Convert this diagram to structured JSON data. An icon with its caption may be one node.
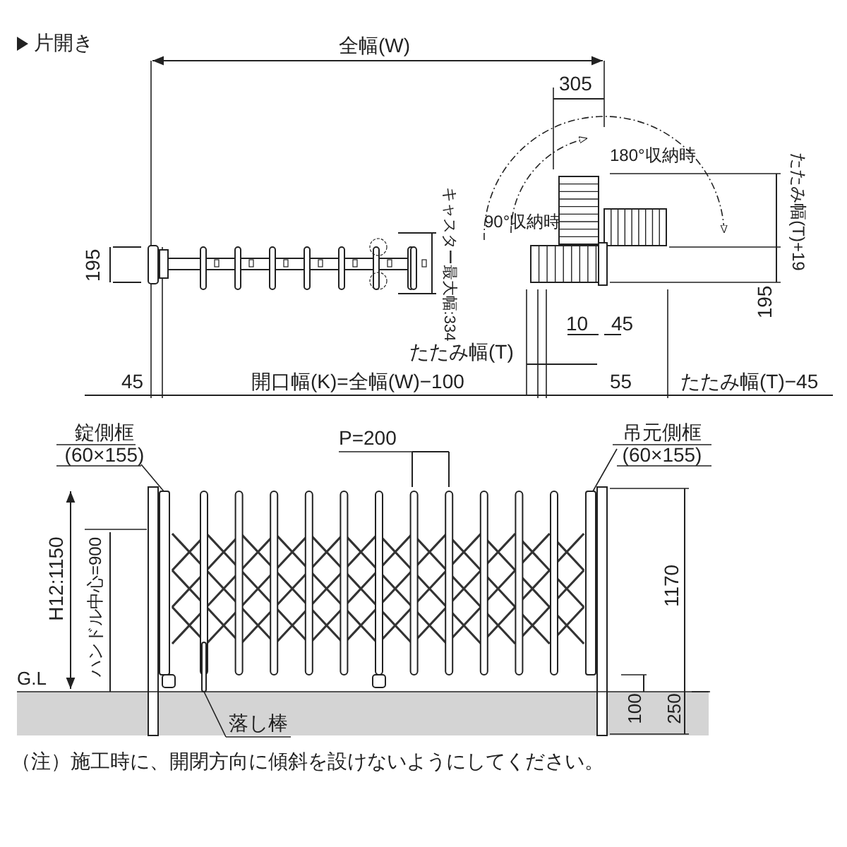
{
  "diagram": {
    "title": "片開き",
    "caption": "（注）施工時に、開閉方向に傾斜を設けないようにしてください。",
    "nodes": [
      {
        "text": [
          "錠側框",
          "(60×155)"
        ]
      },
      {
        "text": [],
        "shape": "bar"
      },
      {
        "text": [
          "吊元側框",
          "(60×155)"
        ]
      },
      {
        "text": [],
        "shape": "bar"
      },
      {
        "text": [
          "落し棒"
        ]
      },
      {
        "text": [],
        "shape": "bar"
      }
    ],
    "edges": [
      {
        "from": 0,
        "to": 1,
        "arrow": "none"
      },
      {
        "from": 2,
        "to": 3,
        "arrow": "none"
      },
      {
        "from": 4,
        "to": 5,
        "arrow": "none"
      }
    ],
    "labels": [
      "全幅(W)",
      "305",
      "180°収納時",
      "たたみ幅(T)+19",
      "90°収納時",
      "195",
      "キャスター最大幅:334",
      "195",
      "10",
      "45",
      "たたみ幅(T)",
      "45",
      "開口幅(K)=全幅(W)−100",
      "55",
      "たたみ幅(T)−45",
      "P=200",
      "H12:1150",
      "ハンドル中心=900",
      "1170",
      "G.L",
      "100",
      "250"
    ]
  }
}
